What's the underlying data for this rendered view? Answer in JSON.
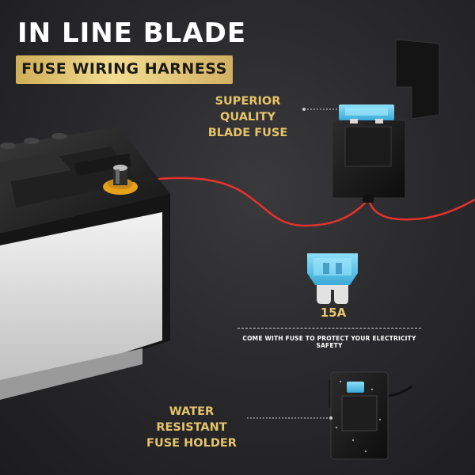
{
  "headline": {
    "title": "IN LINE BLADE",
    "subtitle": "FUSE WIRING HARNESS"
  },
  "callouts": {
    "fuse_label_line1": "SUPERIOR QUALITY",
    "fuse_label_line2": "BLADE FUSE",
    "amperage": "15A",
    "note": "COME WITH FUSE TO PROTECT YOUR ELECTRICITY SAFETY",
    "holder_label_line1": "WATER RESISTANT",
    "holder_label_line2": "FUSE HOLDER"
  },
  "colors": {
    "gold": "#e6c46a",
    "wire_red": "#e8312f",
    "fuse_blue": "#5fc6e8",
    "terminal_yellow": "#e8a21a"
  },
  "icons": {
    "battery": "car-battery-illustration",
    "fuse": "blade-fuse-icon",
    "holder": "fuse-holder-icon"
  }
}
